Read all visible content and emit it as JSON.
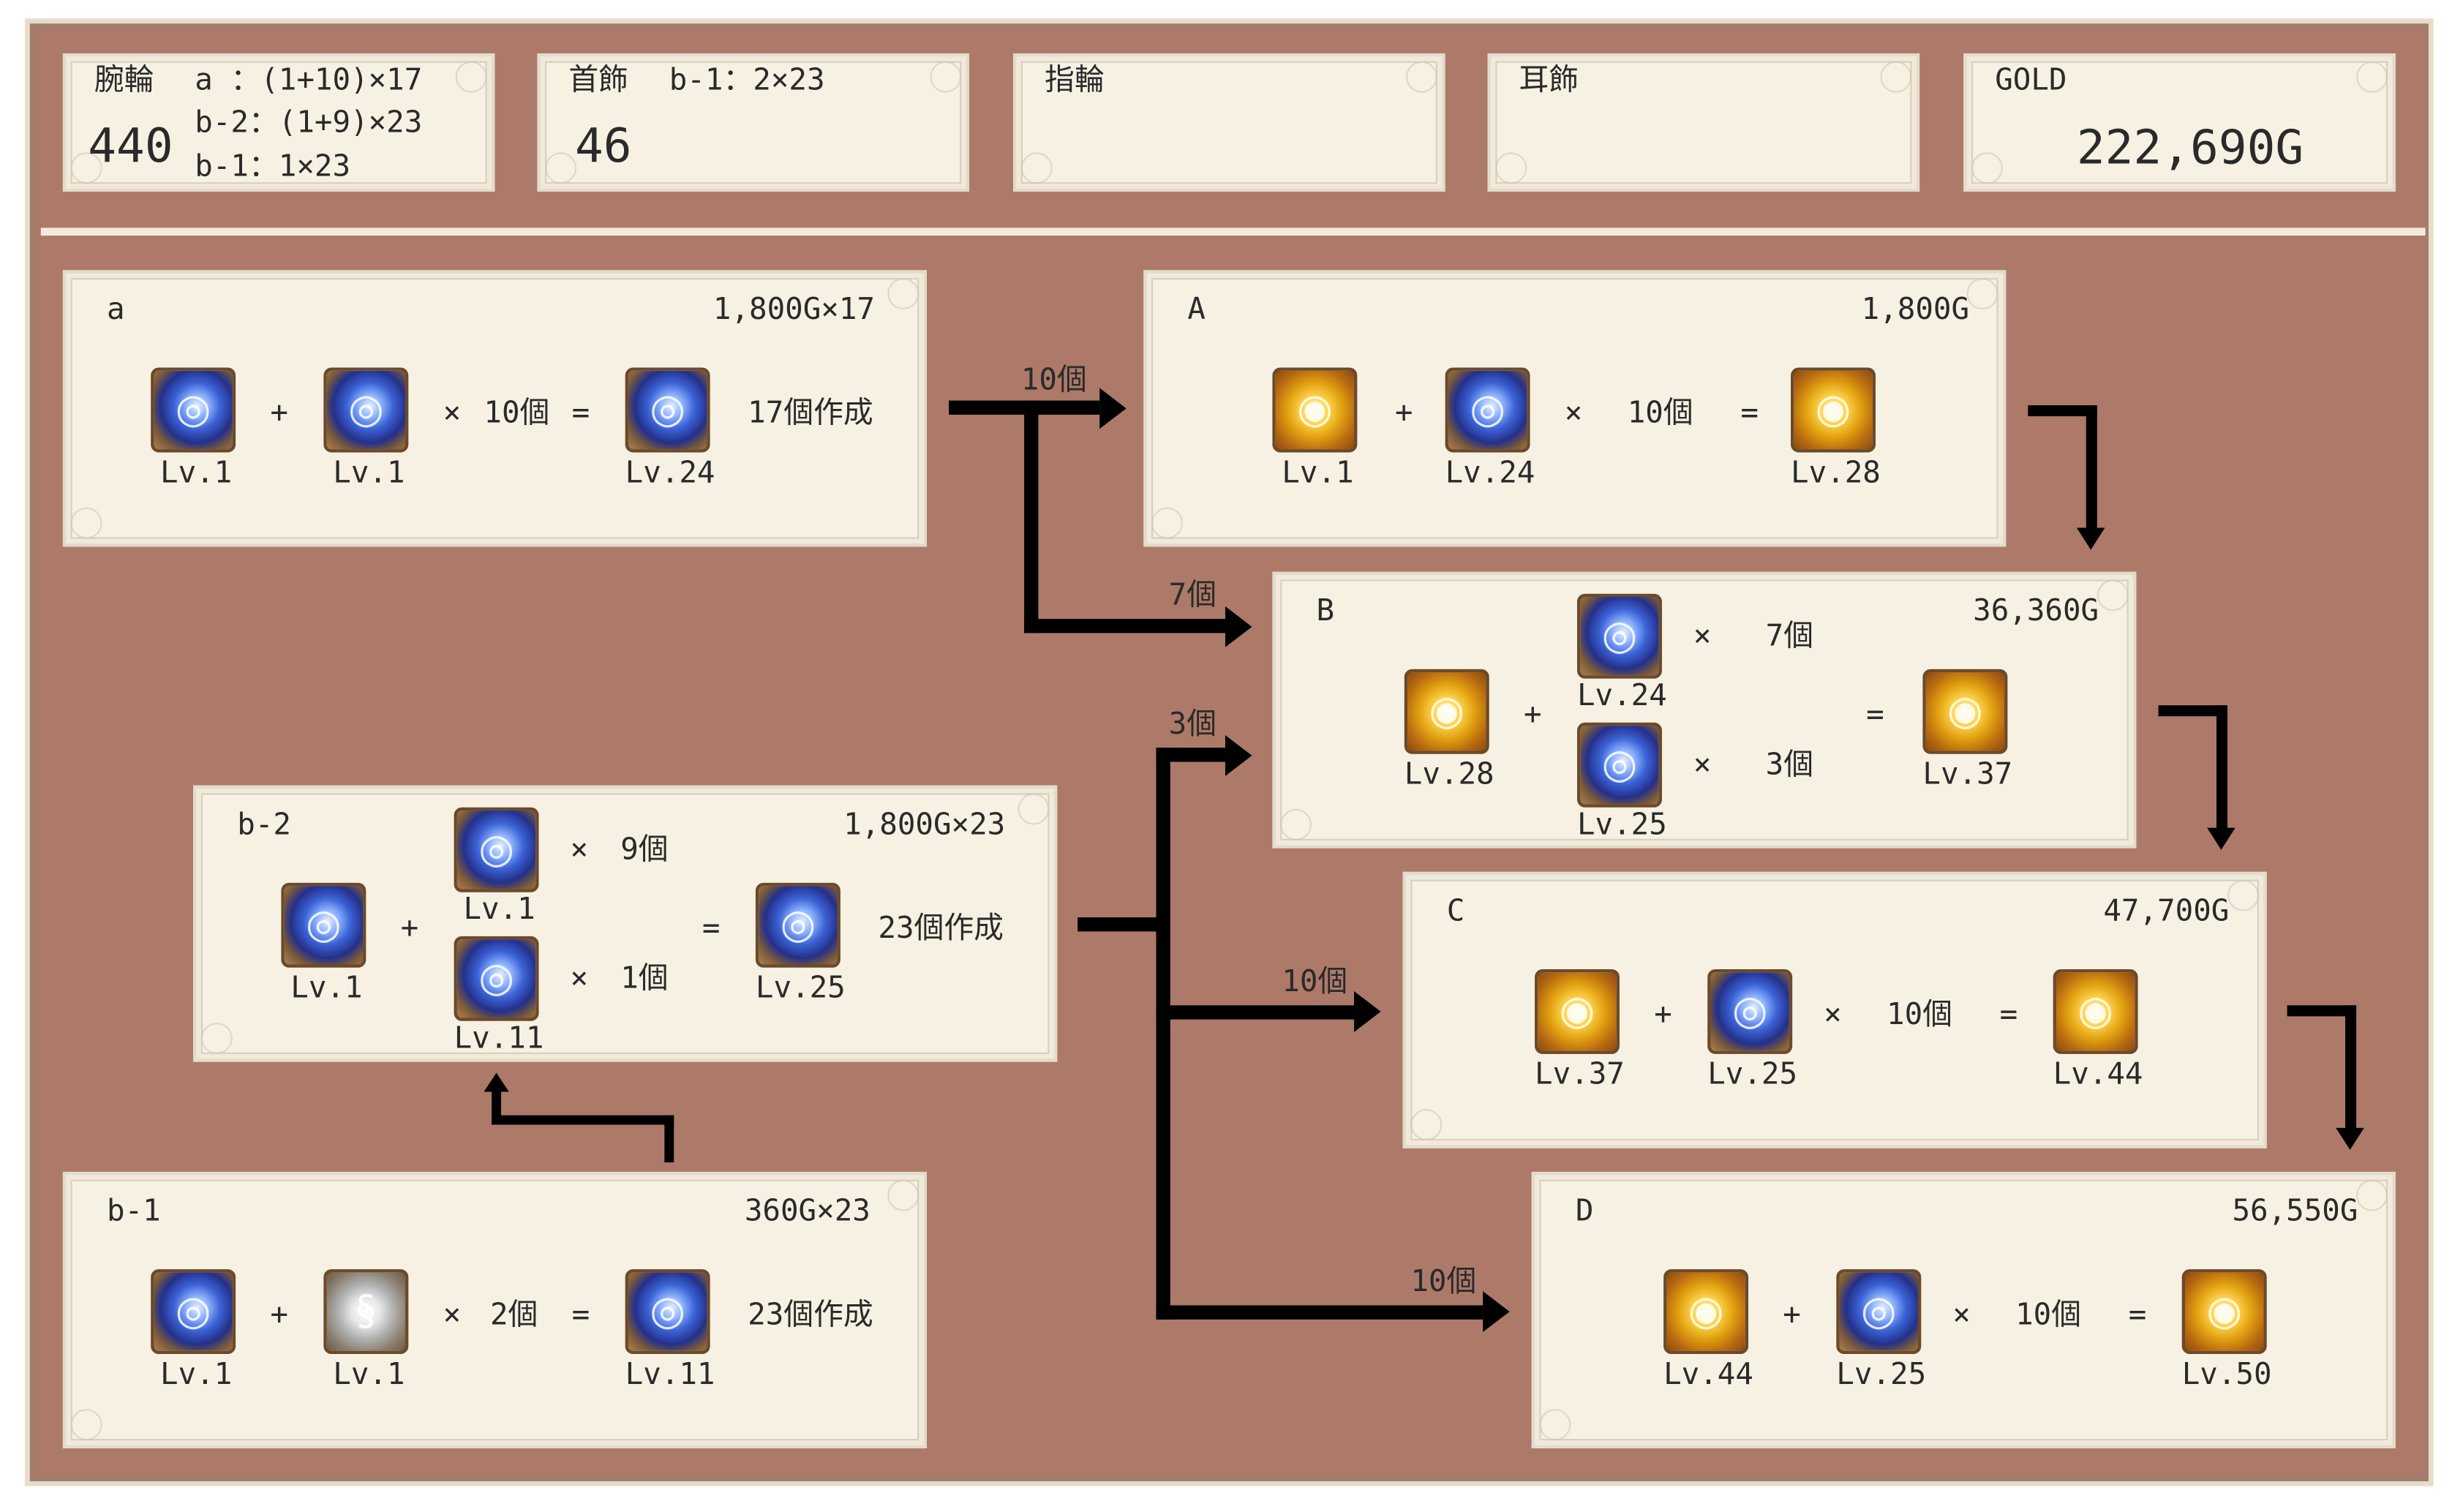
{
  "summary": {
    "bracelet": {
      "label": "腕輪",
      "total": "440",
      "lines": [
        "a  ：(1+10)×17",
        "b-2：(1+9)×23",
        "b-1：1×23"
      ]
    },
    "necklace": {
      "label": "首飾",
      "line": "b-1：2×23",
      "total": "46"
    },
    "ring": {
      "label": "指輪"
    },
    "earring": {
      "label": "耳飾"
    },
    "gold": {
      "label": "GOLD",
      "value": "222,690G"
    }
  },
  "cards": {
    "a": {
      "title": "a",
      "cost": "1,800G×17",
      "plus": "+",
      "times": "×",
      "qty": "10個",
      "eq": "=",
      "result": "17個作成",
      "lv1": "Lv.1",
      "lv2": "Lv.1",
      "lv3": "Lv.24"
    },
    "A": {
      "title": "A",
      "cost": "1,800G",
      "plus": "+",
      "times": "×",
      "qty": "10個",
      "eq": "=",
      "lv1": "Lv.1",
      "lv2": "Lv.24",
      "lv3": "Lv.28"
    },
    "B": {
      "title": "B",
      "cost": "36,360G",
      "plus": "+",
      "times1": "×",
      "qty1": "7個",
      "times2": "×",
      "qty2": "3個",
      "eq": "=",
      "lv1": "Lv.28",
      "lv2": "Lv.24",
      "lv3": "Lv.25",
      "lv4": "Lv.37"
    },
    "C": {
      "title": "C",
      "cost": "47,700G",
      "plus": "+",
      "times": "×",
      "qty": "10個",
      "eq": "=",
      "lv1": "Lv.37",
      "lv2": "Lv.25",
      "lv3": "Lv.44"
    },
    "D": {
      "title": "D",
      "cost": "56,550G",
      "plus": "+",
      "times": "×",
      "qty": "10個",
      "eq": "=",
      "lv1": "Lv.44",
      "lv2": "Lv.25",
      "lv3": "Lv.50"
    },
    "b2": {
      "title": "b-2",
      "cost": "1,800G×23",
      "plus": "+",
      "times1": "×",
      "qty1": "9個",
      "times2": "×",
      "qty2": "1個",
      "eq": "=",
      "result": "23個作成",
      "lv1": "Lv.1",
      "lv2": "Lv.1",
      "lv3": "Lv.11",
      "lv4": "Lv.25"
    },
    "b1": {
      "title": "b-1",
      "cost": "360G×23",
      "plus": "+",
      "times": "×",
      "qty": "2個",
      "eq": "=",
      "result": "23個作成",
      "lv1": "Lv.1",
      "lv2": "Lv.1",
      "lv3": "Lv.11"
    }
  },
  "arrows": {
    "a_to_A": "10個",
    "a_to_B": "7個",
    "b2_to_B": "3個",
    "b2_to_C": "10個",
    "b2_to_D": "10個"
  },
  "icons": {
    "blue": "blue-bracelet-icon",
    "gold": "gold-bracelet-icon",
    "silver": "silver-necklace-icon"
  },
  "colors": {
    "background": "#ad7a6a",
    "card": "#f7f1e3",
    "arrow": "#000000"
  }
}
